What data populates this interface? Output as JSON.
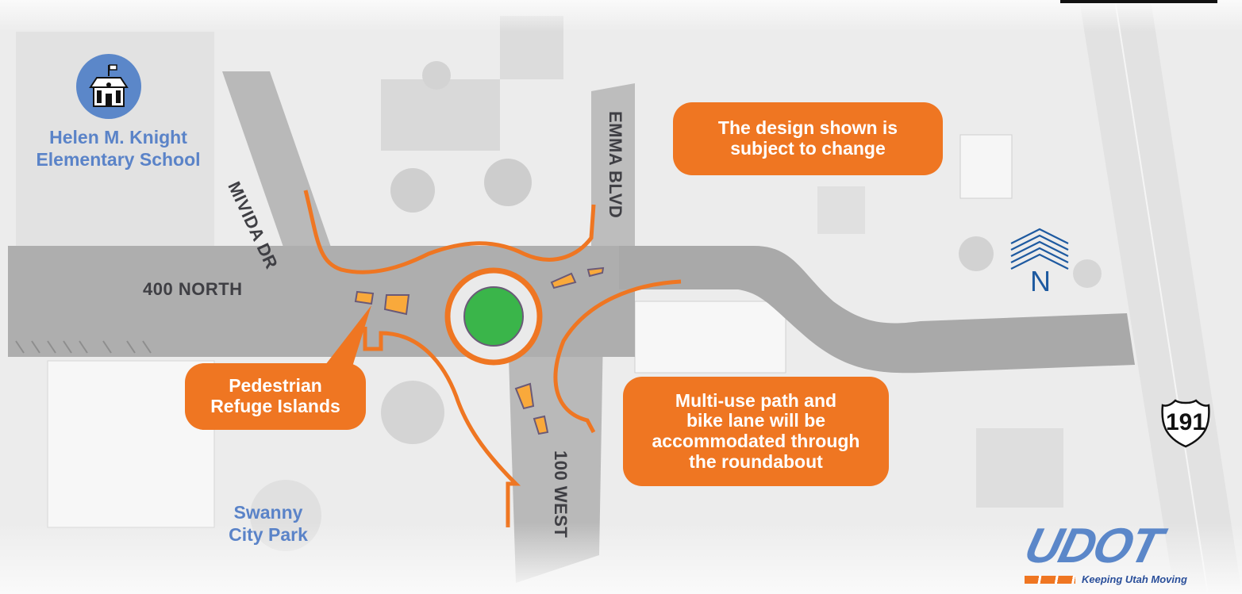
{
  "map": {
    "callouts": {
      "design_notice": [
        "The design shown is",
        "subject to change"
      ],
      "refuge_islands": [
        "Pedestrian",
        "Refuge Islands"
      ],
      "multi_use": [
        "Multi-use path and",
        "bike lane will be",
        "accommodated through",
        "the roundabout"
      ]
    },
    "places": {
      "school": [
        "Helen M. Knight",
        "Elementary School"
      ],
      "park": [
        "Swanny",
        "City Park"
      ]
    },
    "roads": {
      "main": "400 NORTH",
      "mivida": "MIVIDA DR",
      "emma": "EMMA BLVD",
      "west": "100 WEST"
    },
    "north_arrow": {
      "label": "N"
    },
    "highway_shield": {
      "number": "191"
    },
    "logo": {
      "name": "UDOT",
      "tagline": "Keeping Utah Moving"
    },
    "icons": {
      "school": "school-building-icon",
      "north": "north-arrow-icon",
      "shield": "us-highway-shield-icon"
    },
    "colors": {
      "accent": "#ef7622",
      "place": "#5a83c8",
      "roundabout_center": "#3ab54a",
      "island": "#f9a93b",
      "north_arrow": "#1e5aa0",
      "logo": "#5b87c9"
    }
  }
}
